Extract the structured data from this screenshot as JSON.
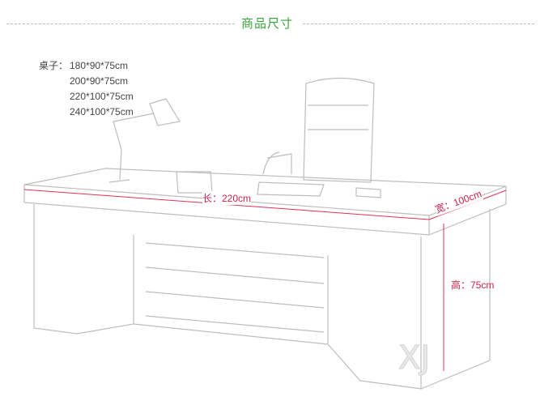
{
  "header": {
    "title": "商品尺寸"
  },
  "specs": {
    "label": "桌子：",
    "sizes": [
      "180*90*75cm",
      "200*90*75cm",
      "220*100*75cm",
      "240*100*75cm"
    ]
  },
  "dimensions": {
    "length": "长：220cm",
    "width": "宽：100cm",
    "height": "高：75cm"
  },
  "colors": {
    "title": "#3aa33a",
    "dimension_line": "#e0305a",
    "sketch": "#b8b8b8"
  },
  "watermark": {
    "logo": "XJ"
  }
}
